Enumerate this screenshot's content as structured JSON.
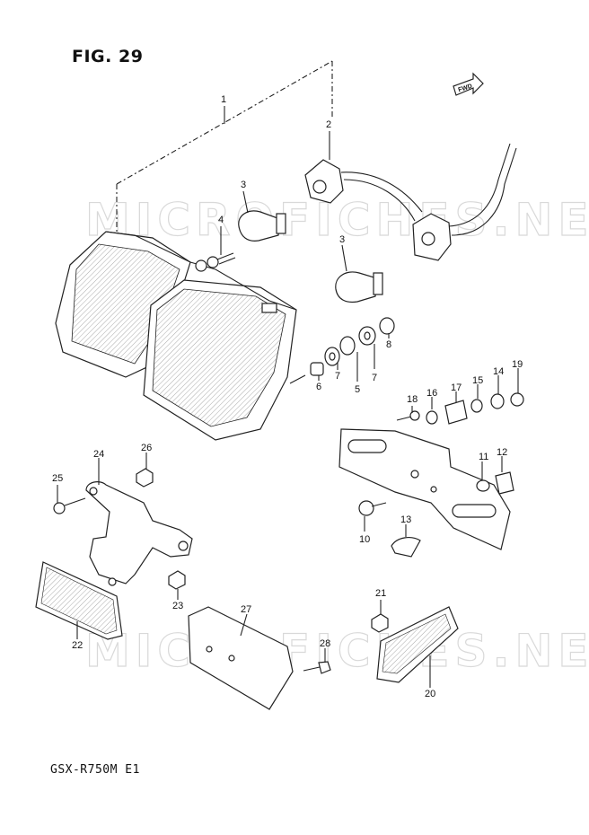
{
  "header": {
    "figure_label": "FIG. 29"
  },
  "footer": {
    "model_code": "GSX-R750M E1"
  },
  "direction_marker": {
    "label": "FWD",
    "icon": "forward-arrow-icon"
  },
  "watermark": {
    "text": "MICROFICHES.NET",
    "color": "#d9d9d9"
  },
  "callouts": [
    "1",
    "2",
    "3",
    "3",
    "4",
    "5",
    "6",
    "7",
    "7",
    "8",
    "10",
    "11",
    "12",
    "13",
    "14",
    "15",
    "16",
    "17",
    "18",
    "19",
    "20",
    "21",
    "22",
    "23",
    "24",
    "25",
    "26",
    "27",
    "28"
  ]
}
